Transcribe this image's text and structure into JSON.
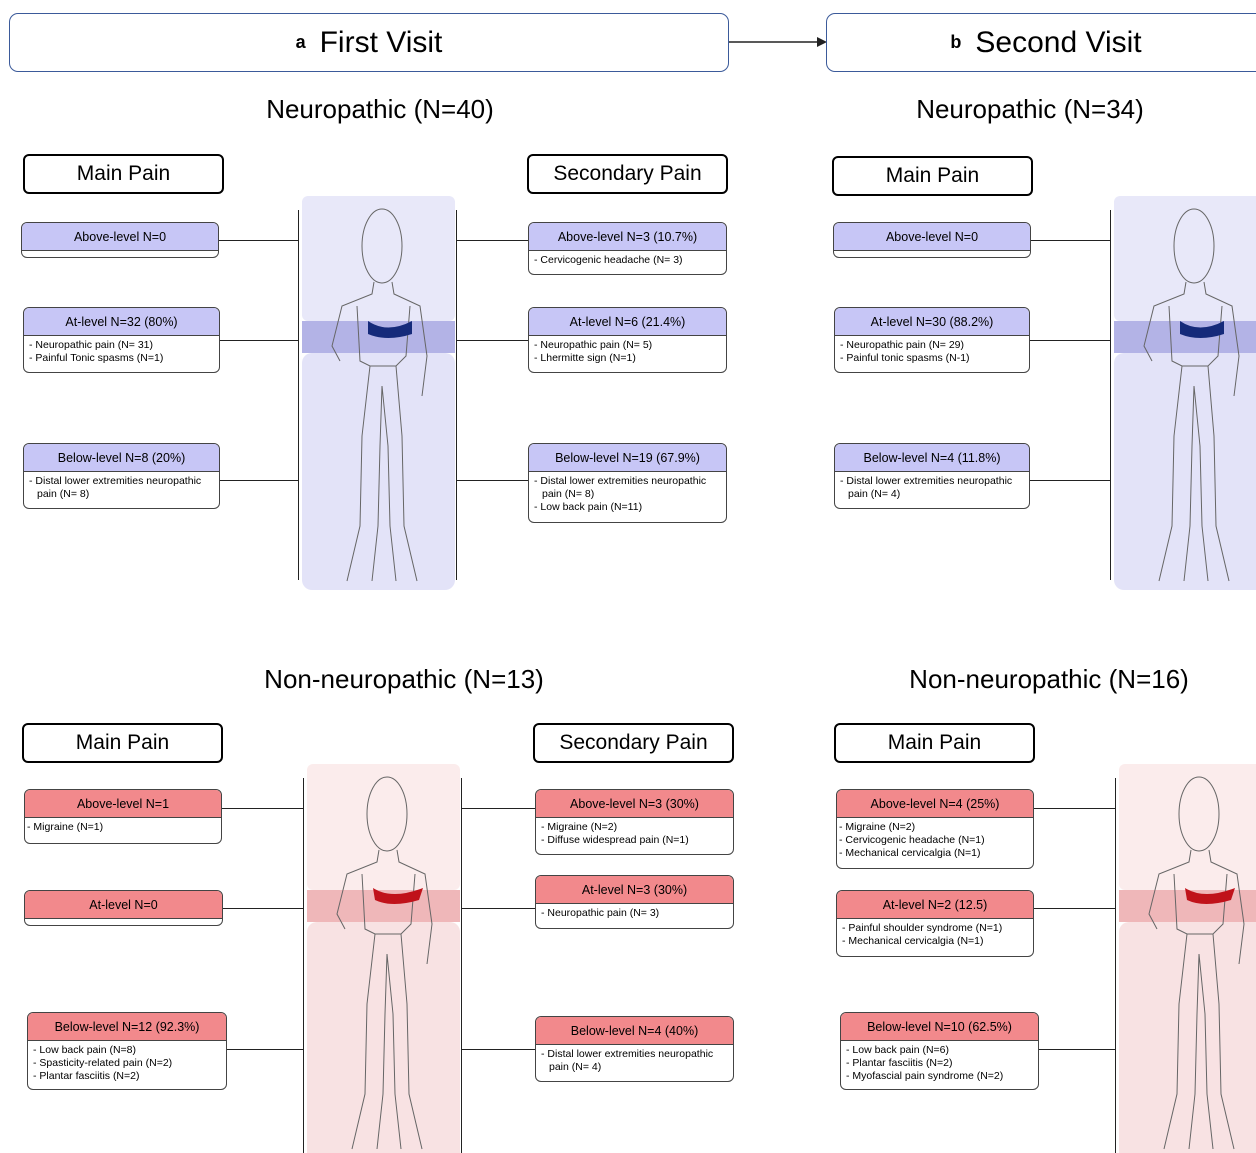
{
  "visits": {
    "a": {
      "letter": "a",
      "title": "First Visit"
    },
    "b": {
      "letter": "b",
      "title": "Second Visit"
    }
  },
  "colors": {
    "neuro_header": "#c7c6f6",
    "neuro_band": "#a9a9e4",
    "neuro_region": "#e3e3f8",
    "neuro_waist": "#152a7a",
    "nonneuro_header": "#f2898c",
    "nonneuro_band": "#efb7b9",
    "nonneuro_region": "#f8e2e3",
    "nonneuro_waist": "#c0121a"
  },
  "first_visit": {
    "neuropathic": {
      "title": "Neuropathic (N=40)",
      "main_label": "Main Pain",
      "secondary_label": "Secondary Pain",
      "main": {
        "above": {
          "header": "Above-level N=0",
          "items": []
        },
        "at": {
          "header": "At-level N=32 (80%)",
          "items": [
            "- Neuropathic pain (N= 31)",
            "- Painful Tonic spasms (N=1)"
          ]
        },
        "below": {
          "header": "Below-level N=8 (20%)",
          "items": [
            "- Distal lower extremities neuropathic",
            "pain (N= 8)"
          ]
        }
      },
      "secondary": {
        "above": {
          "header": "Above-level N=3 (10.7%)",
          "items": [
            "- Cervicogenic headache (N= 3)"
          ]
        },
        "at": {
          "header": "At-level N=6 (21.4%)",
          "items": [
            "- Neuropathic pain (N= 5)",
            "- Lhermitte sign (N=1)"
          ]
        },
        "below": {
          "header": "Below-level N=19 (67.9%)",
          "items": [
            "- Distal lower extremities neuropathic",
            "pain (N= 8)",
            "- Low back pain (N=11)"
          ]
        }
      }
    },
    "non_neuropathic": {
      "title": "Non-neuropathic (N=13)",
      "main_label": "Main Pain",
      "secondary_label": "Secondary Pain",
      "main": {
        "above": {
          "header": "Above-level N=1",
          "items": [
            "- Migraine (N=1)"
          ]
        },
        "at": {
          "header": "At-level N=0",
          "items": []
        },
        "below": {
          "header": "Below-level N=12 (92.3%)",
          "items": [
            "- Low back pain (N=8)",
            "- Spasticity-related pain (N=2)",
            "- Plantar fasciitis (N=2)"
          ]
        }
      },
      "secondary": {
        "above": {
          "header": "Above-level N=3 (30%)",
          "items": [
            "- Migraine (N=2)",
            "- Diffuse widespread pain (N=1)"
          ]
        },
        "at": {
          "header": "At-level N=3 (30%)",
          "items": [
            "- Neuropathic pain (N= 3)"
          ]
        },
        "below": {
          "header": "Below-level N=4 (40%)",
          "items": [
            "- Distal lower extremities neuropathic",
            "pain (N= 4)"
          ]
        }
      }
    }
  },
  "second_visit": {
    "neuropathic": {
      "title": "Neuropathic (N=34)",
      "main_label": "Main Pain",
      "main": {
        "above": {
          "header": "Above-level N=0",
          "items": []
        },
        "at": {
          "header": "At-level N=30 (88.2%)",
          "items": [
            "- Neuropathic pain (N= 29)",
            "- Painful tonic spasms (N-1)"
          ]
        },
        "below": {
          "header": "Below-level N=4 (11.8%)",
          "items": [
            "- Distal lower extremities neuropathic",
            "pain (N= 4)"
          ]
        }
      }
    },
    "non_neuropathic": {
      "title": "Non-neuropathic (N=16)",
      "main_label": "Main Pain",
      "main": {
        "above": {
          "header": "Above-level N=4 (25%)",
          "items": [
            "- Migraine (N=2)",
            "- Cervicogenic headache (N=1)",
            "- Mechanical cervicalgia (N=1)"
          ]
        },
        "at": {
          "header": "At-level N=2 (12.5)",
          "items": [
            "- Painful shoulder syndrome (N=1)",
            "- Mechanical cervicalgia (N=1)"
          ]
        },
        "below": {
          "header": "Below-level N=10 (62.5%)",
          "items": [
            "- Low back pain (N=6)",
            "- Plantar fasciitis (N=2)",
            "- Myofascial pain syndrome (N=2)"
          ]
        }
      }
    }
  }
}
